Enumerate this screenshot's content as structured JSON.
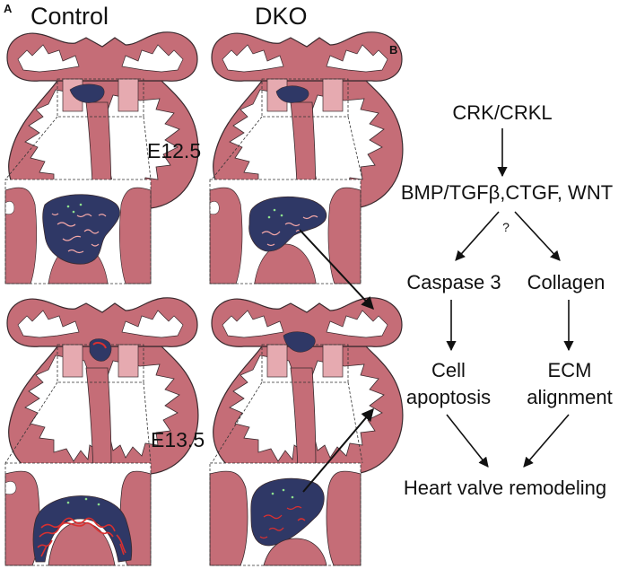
{
  "panel_a": {
    "label": "A",
    "column_control": "Control",
    "column_dko": "DKO",
    "stage_top": "E12.5",
    "stage_bottom": "E13.5"
  },
  "panel_b": {
    "label": "B",
    "nodes": {
      "crk": "CRK/CRKL",
      "signals": "BMP/TGFβ,CTGF, WNT",
      "question": "?",
      "caspase": "Caspase 3",
      "collagen": "Collagen",
      "cell": "Cell",
      "apoptosis": "apoptosis",
      "ecm": "ECM",
      "alignment": "alignment",
      "remodeling": "Heart valve remodeling"
    }
  },
  "colors": {
    "myocardium": "#c56d77",
    "myocardium_light": "#e6aab0",
    "cushion": "#2f3866",
    "collagen_control": "#d93030",
    "fiber": "#f3a7a7",
    "cell_dots": "#8ee08e",
    "outline": "#3a2a2e"
  }
}
